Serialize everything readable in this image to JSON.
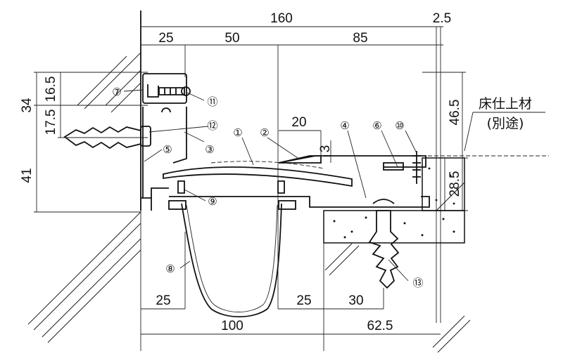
{
  "dimensions": {
    "top": {
      "total": "160",
      "gap": "2.5",
      "seg1": "25",
      "seg2": "50",
      "seg3": "85"
    },
    "left": {
      "d1": "34",
      "d2": "16.5",
      "d3": "17.5",
      "d4": "41"
    },
    "right": {
      "d1": "46.5",
      "d2": "28.5"
    },
    "inner": {
      "w20": "20",
      "h3": "3"
    },
    "bottom_row1": {
      "a": "25",
      "b": "25",
      "c": "30"
    },
    "bottom_row2": {
      "a": "100",
      "b": "62.5"
    }
  },
  "callouts": [
    "①",
    "②",
    "③",
    "④",
    "⑤",
    "⑥",
    "⑦",
    "⑧",
    "⑨",
    "⑩",
    "⑪",
    "⑫",
    "⑬"
  ],
  "note": {
    "line1": "床仕上材",
    "line2": "(別途)"
  }
}
